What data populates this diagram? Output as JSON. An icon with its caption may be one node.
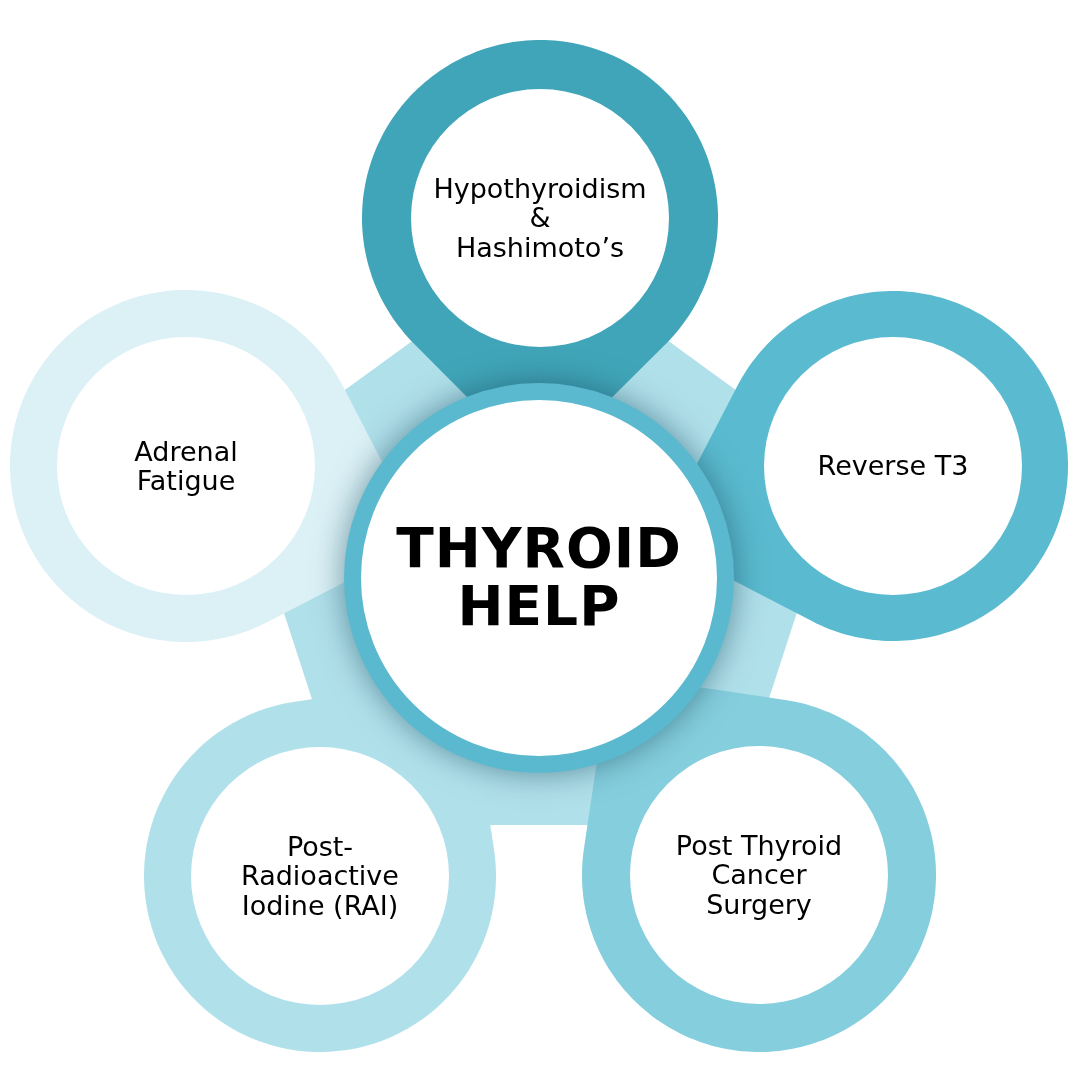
{
  "diagram": {
    "nodes": [
      {
        "text": [
          "THYROID HELP"
        ]
      },
      {
        "text": [
          "Hypothyroidism & Hashimoto’s"
        ]
      },
      {
        "text": [
          "Reverse T3"
        ]
      },
      {
        "text": [
          "Post Thyroid Cancer Surgery"
        ]
      },
      {
        "text": [
          "Post-Radioactive Iodine (RAI)"
        ]
      },
      {
        "text": [
          "Adrenal Fatigue"
        ]
      }
    ]
  }
}
